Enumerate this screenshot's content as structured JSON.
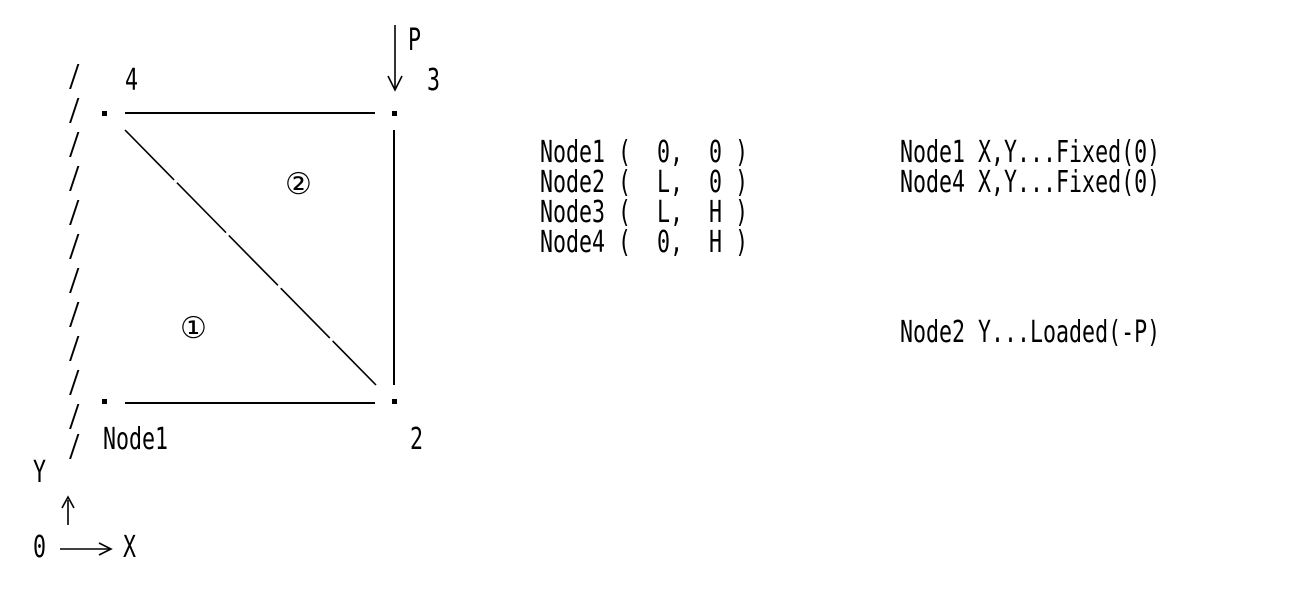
{
  "diagram": {
    "node_labels": {
      "node4": "4",
      "node1": "Node1",
      "node2": "2",
      "node3": "3",
      "load": "P"
    },
    "element_labels": {
      "element1": "①",
      "element2": "②"
    },
    "axis": {
      "y_label": "Y",
      "origin_label": "0",
      "x_label": "X",
      "up_arrow": "↑",
      "right_arrow": "→",
      "down_arrow": "↓"
    },
    "wall_hatch_char": "/",
    "coordinates": [
      "Node1 (  0,  0 )",
      "Node2 (  L,  0 )",
      "Node3 (  L,  H )",
      "Node4 (  0,  H )"
    ],
    "boundary_conditions": [
      "Node1 X,Y...Fixed(0)",
      "Node4 X,Y...Fixed(0)"
    ],
    "load_condition": "Node2 Y...Loaded(-P)"
  }
}
